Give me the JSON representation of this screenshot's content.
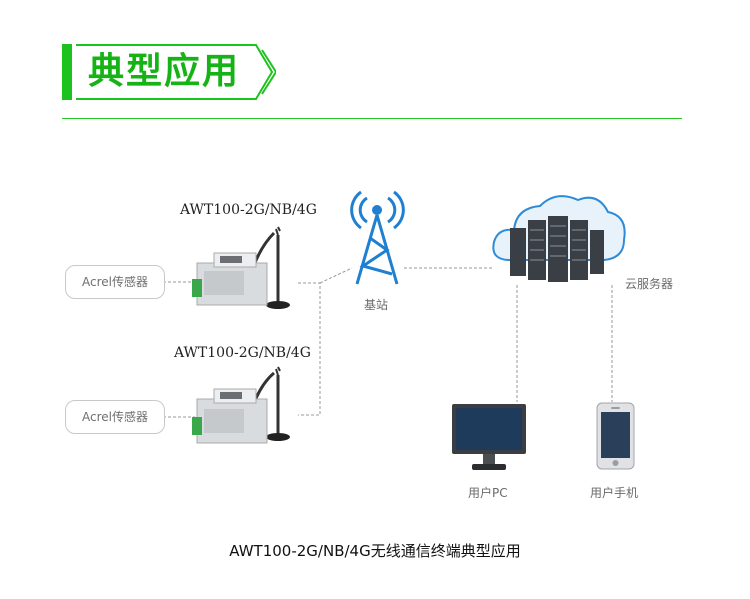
{
  "header": {
    "title": "典型应用"
  },
  "devices": [
    {
      "label": "AWT100-2G/NB/4G",
      "sensor": "Acrel传感器"
    },
    {
      "label": "AWT100-2G/NB/4G",
      "sensor": "Acrel传感器"
    }
  ],
  "base_station": {
    "label": "基站"
  },
  "cloud": {
    "label": "云服务器"
  },
  "clients": [
    {
      "label": "用户PC"
    },
    {
      "label": "用户手机"
    }
  ],
  "caption": "AWT100-2G/NB/4G无线通信终端典型应用",
  "colors": {
    "accent": "#1ec21e",
    "line": "#9a9a9a",
    "tower": "#1f7fd0"
  }
}
